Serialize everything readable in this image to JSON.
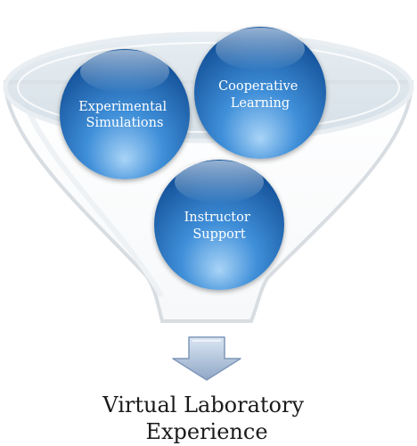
{
  "diagram": {
    "circles": [
      {
        "line1": "Experimental",
        "line2": "Simulations"
      },
      {
        "line1": "Cooperative",
        "line2": "Learning"
      },
      {
        "line1": "Instructor",
        "line2": "Support"
      }
    ],
    "result": {
      "line1": "Virtual Laboratory",
      "line2": "Experience"
    },
    "colors": {
      "circle_light": "#a9d4f7",
      "circle_mid": "#3f8fd9",
      "circle_dark": "#16549c",
      "funnel_outline": "#d8dde2",
      "arrow_light": "#dbe6f3",
      "arrow_dark": "#8fa7c6"
    }
  }
}
